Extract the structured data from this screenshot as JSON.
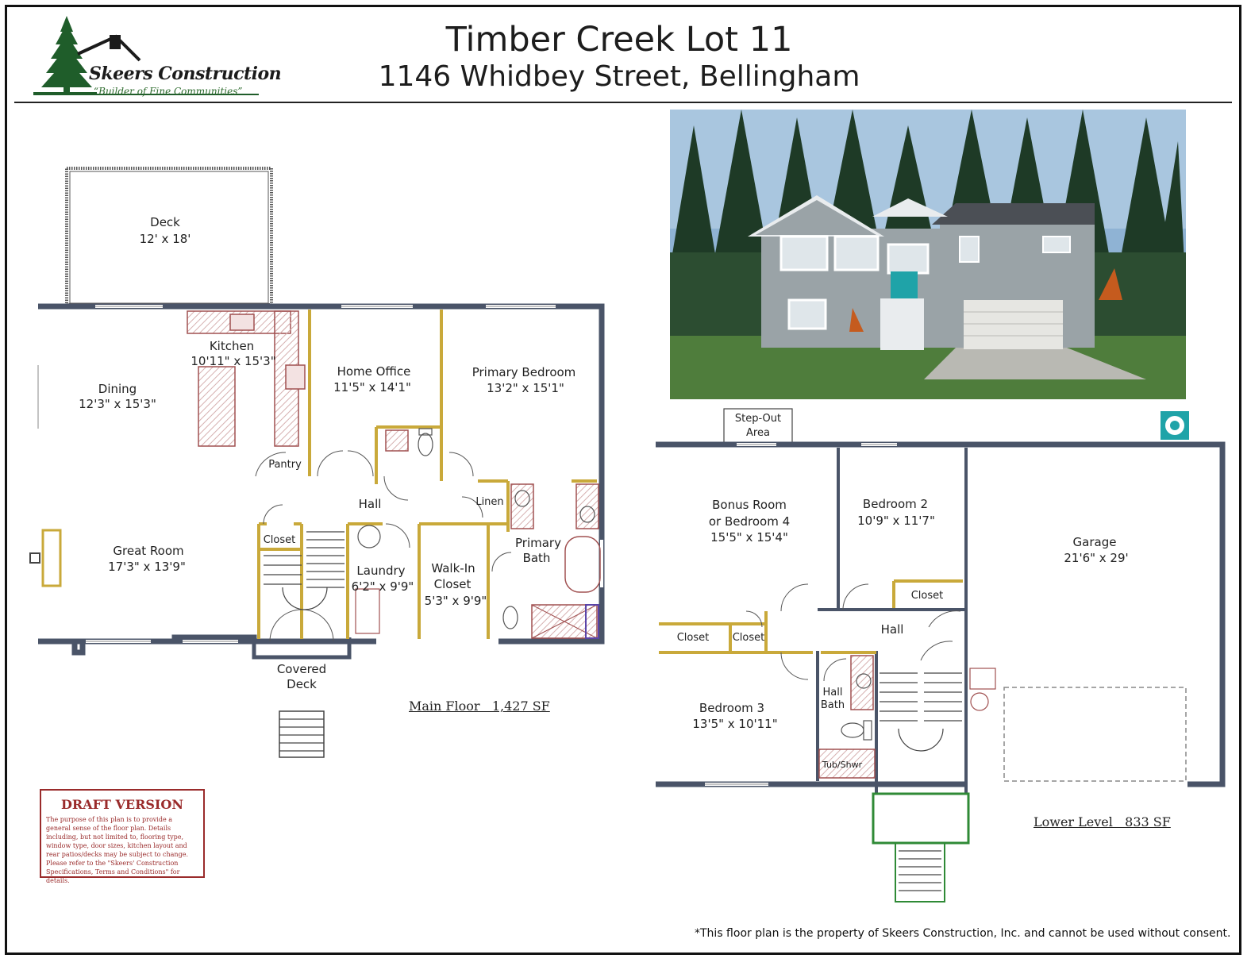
{
  "header": {
    "company": "Skeers Construction",
    "tagline": "“Builder of Fine Communities”",
    "title": "Timber Creek Lot 11",
    "address": "1146 Whidbey Street, Bellingham"
  },
  "main_floor": {
    "area_label": "Main Floor   1,427 SF",
    "rooms": {
      "deck": {
        "name": "Deck",
        "size": "12' x 18'"
      },
      "kitchen": {
        "name": "Kitchen",
        "size": "10'11\" x 15'3\""
      },
      "dining": {
        "name": "Dining",
        "size": "12'3\" x 15'3\""
      },
      "home_office": {
        "name": "Home Office",
        "size": "11'5\" x 14'1\""
      },
      "primary_bedroom": {
        "name": "Primary Bedroom",
        "size": "13'2\" x 15'1\""
      },
      "pantry": {
        "name": "Pantry"
      },
      "hall": {
        "name": "Hall"
      },
      "linen": {
        "name": "Linen"
      },
      "closet": {
        "name": "Closet"
      },
      "primary_bath": {
        "name_1": "Primary",
        "name_2": "Bath"
      },
      "great_room": {
        "name": "Great Room",
        "size": "17'3\" x 13'9\""
      },
      "laundry": {
        "name": "Laundry",
        "size": "6'2\" x 9'9\""
      },
      "walk_in_closet": {
        "name_1": "Walk-In",
        "name_2": "Closet",
        "size": "5'3\" x 9'9\""
      },
      "covered_deck": {
        "name_1": "Covered",
        "name_2": "Deck"
      }
    }
  },
  "lower_level": {
    "area_label": "Lower Level   833 SF",
    "rooms": {
      "step_out": {
        "name_1": "Step-Out",
        "name_2": "Area"
      },
      "bonus_room": {
        "name_1": "Bonus Room",
        "name_2": "or Bedroom 4",
        "size": "15'5\" x 15'4\""
      },
      "bedroom_2": {
        "name": "Bedroom 2",
        "size": "10'9\" x 11'7\""
      },
      "garage": {
        "name": "Garage",
        "size": "21'6\" x 29'"
      },
      "closet_b2": {
        "name": "Closet"
      },
      "hall": {
        "name": "Hall"
      },
      "closet_left": {
        "name": "Closet"
      },
      "closet_mid": {
        "name": "Closet"
      },
      "bedroom_3": {
        "name": "Bedroom 3",
        "size": "13'5\" x 10'11\""
      },
      "hall_bath": {
        "name_1": "Hall",
        "name_2": "Bath"
      },
      "tub": {
        "name": "Tub/Shwr"
      }
    }
  },
  "draft": {
    "title": "DRAFT VERSION",
    "text": "The purpose of this plan is to provide a general sense of the floor plan. Details including, but not limited to, flooring type, window type, door sizes, kitchen layout and rear patios/decks may be subject to change. Please refer to the \"Skeers' Construction Specifications, Terms and Conditions\" for details."
  },
  "footer": {
    "notice": "*This floor plan is the property of Skeers Construction, Inc. and cannot be used without consent."
  },
  "colors": {
    "wall": "#4a5468",
    "interior_wall": "#c9a93a",
    "fixture": "#a05050",
    "draft": "#9a2b2b",
    "siding": "#9aa3a7",
    "door_accent": "#1fa3a8"
  }
}
